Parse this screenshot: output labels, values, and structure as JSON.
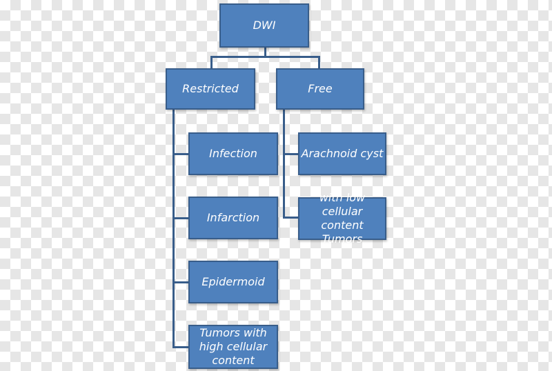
{
  "colors": {
    "box_fill": "#4f81bd",
    "box_border": "#385d8a",
    "text": "#ffffff"
  },
  "nodes": {
    "root": "DWI",
    "restricted": "Restricted",
    "free": "Free",
    "restricted_children": [
      "Infection",
      "Infarction",
      "Epidermoid",
      "Tumors with\nhigh cellular\ncontent"
    ],
    "free_children": [
      "Arachnoid cyst",
      "with low\ncellular content\nTumors"
    ]
  }
}
